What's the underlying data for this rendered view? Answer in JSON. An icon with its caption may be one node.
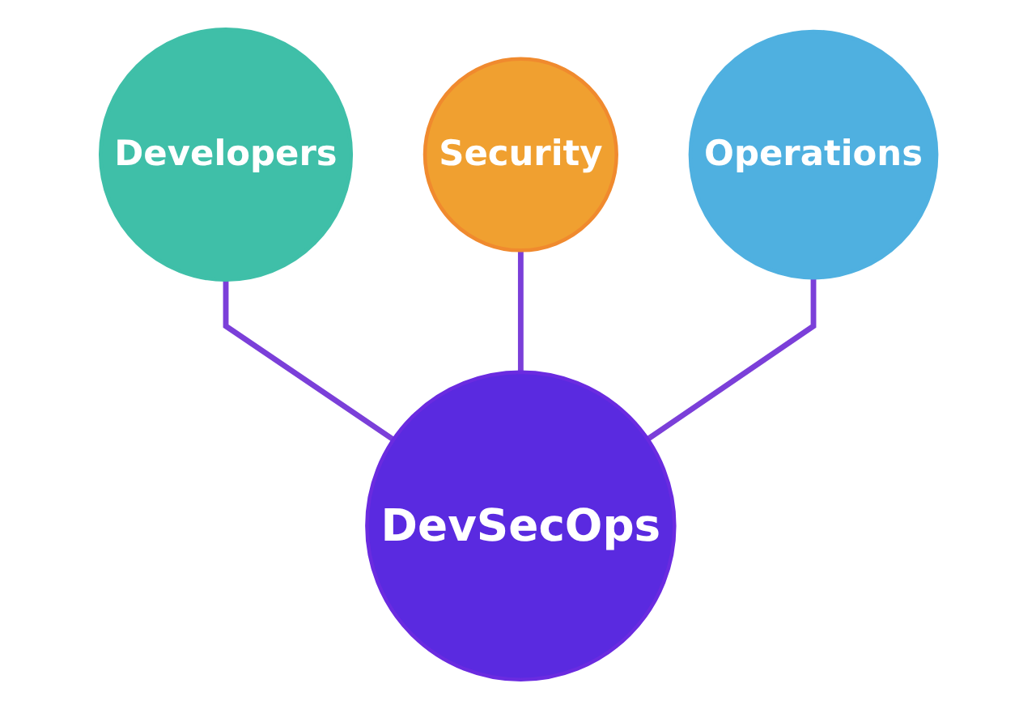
{
  "diagram": {
    "nodes": [
      {
        "text": [
          "Security"
        ]
      },
      {
        "text": [
          "Developers"
        ]
      },
      {
        "text": [
          "Operations"
        ]
      },
      {
        "text": [
          "DevSecOps"
        ]
      }
    ],
    "edges": [
      {
        "from": 1,
        "to": 3,
        "arrow": "none"
      },
      {
        "from": 0,
        "to": 3,
        "arrow": "none"
      },
      {
        "from": 2,
        "to": 3,
        "arrow": "none"
      }
    ]
  }
}
